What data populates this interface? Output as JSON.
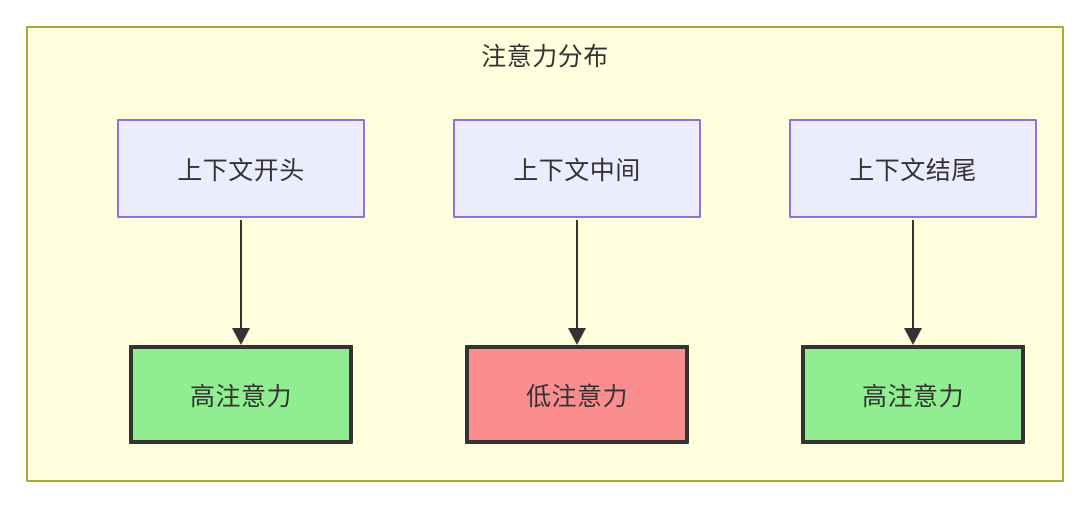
{
  "diagram": {
    "title": "注意力分布",
    "container": {
      "fill": "#ffffde",
      "stroke": "#aaaa33"
    },
    "nodes": [
      {
        "id": "ctx-start",
        "label": "上下文开头",
        "fill": "#ececff",
        "stroke": "#9370db",
        "row": "context"
      },
      {
        "id": "ctx-mid",
        "label": "上下文中间",
        "fill": "#ececff",
        "stroke": "#9370db",
        "row": "context"
      },
      {
        "id": "ctx-end",
        "label": "上下文结尾",
        "fill": "#ececff",
        "stroke": "#9370db",
        "row": "context"
      },
      {
        "id": "att-start",
        "label": "高注意力",
        "fill": "#90ee90",
        "stroke": "#333333",
        "row": "attention"
      },
      {
        "id": "att-mid",
        "label": "低注意力",
        "fill": "#fa8d8d",
        "stroke": "#333333",
        "row": "attention"
      },
      {
        "id": "att-end",
        "label": "高注意力",
        "fill": "#90ee90",
        "stroke": "#333333",
        "row": "attention"
      }
    ],
    "edges": [
      {
        "id": "edge-1",
        "from": "ctx-start",
        "to": "att-start",
        "label": ""
      },
      {
        "id": "edge-2",
        "from": "ctx-mid",
        "to": "att-mid",
        "label": ""
      },
      {
        "id": "edge-3",
        "from": "ctx-end",
        "to": "att-end",
        "label": ""
      }
    ]
  }
}
